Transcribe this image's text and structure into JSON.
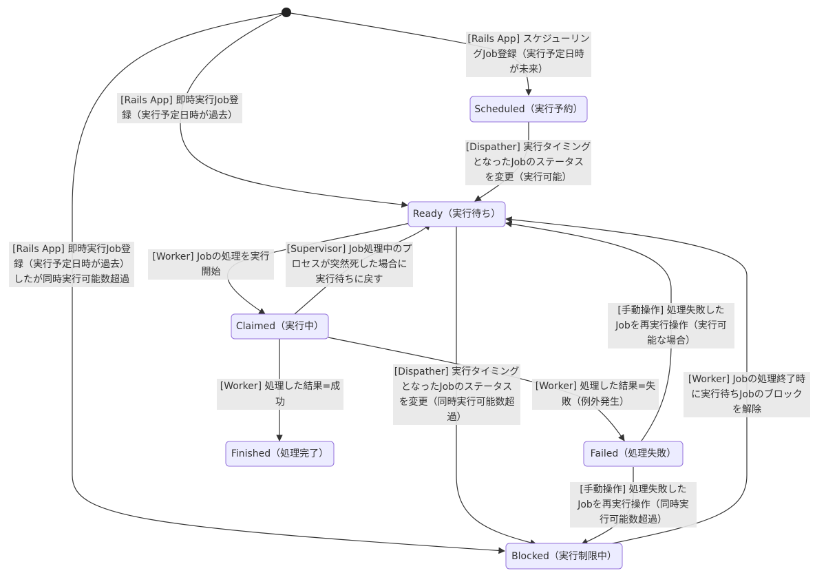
{
  "colors": {
    "state_fill": "#ECECFF",
    "state_border": "#9370DB",
    "edge": "#333333",
    "label_bg": "#E8E8E8",
    "text": "#333333"
  },
  "states": {
    "scheduled": "Scheduled（実行予約）",
    "ready": "Ready（実行待ち）",
    "claimed": "Claimed（実行中）",
    "finished": "Finished（処理完了）",
    "failed": "Failed（処理失敗）",
    "blocked": "Blocked（実行制限中）"
  },
  "transitions": {
    "start_to_scheduled": [
      "[Rails App] スケジューリン",
      "グJob登録（実行予定日時",
      "が未来）"
    ],
    "start_to_ready": [
      "[Rails App] 即時実行Job登",
      "録（実行予定日時が過去）"
    ],
    "start_to_blocked": [
      "[Rails App] 即時実行Job登",
      "録（実行予定日時が過去）",
      "したが同時実行可能数超過"
    ],
    "scheduled_to_ready": [
      "[Dispather] 実行タイミング",
      "となったJobのステータス",
      "を変更（実行可能）"
    ],
    "ready_to_claimed": [
      "[Worker] Jobの処理を実行",
      "開始"
    ],
    "claimed_to_ready": [
      "[Supervisor] Job処理中のプ",
      "ロセスが突然死した場合に",
      "実行待ちに戻す"
    ],
    "ready_to_blocked": [
      "[Dispather] 実行タイミング",
      "となったJobのステータス",
      "を変更（同時実行可能数超",
      "過）"
    ],
    "failed_to_ready": [
      "[手動操作] 処理失敗した",
      "Jobを再実行操作（実行可",
      "能な場合）"
    ],
    "claimed_to_finished": [
      "[Worker] 処理した結果=成",
      "功"
    ],
    "claimed_to_failed": [
      "[Worker] 処理した結果=失",
      "敗（例外発生）"
    ],
    "blocked_to_ready": [
      "[Worker] Jobの処理終了時",
      "に実行待ちJobのブロック",
      "を解除"
    ],
    "failed_to_blocked": [
      "[手動操作] 処理失敗した",
      "Jobを再実行操作（同時実",
      "行可能数超過）"
    ]
  }
}
